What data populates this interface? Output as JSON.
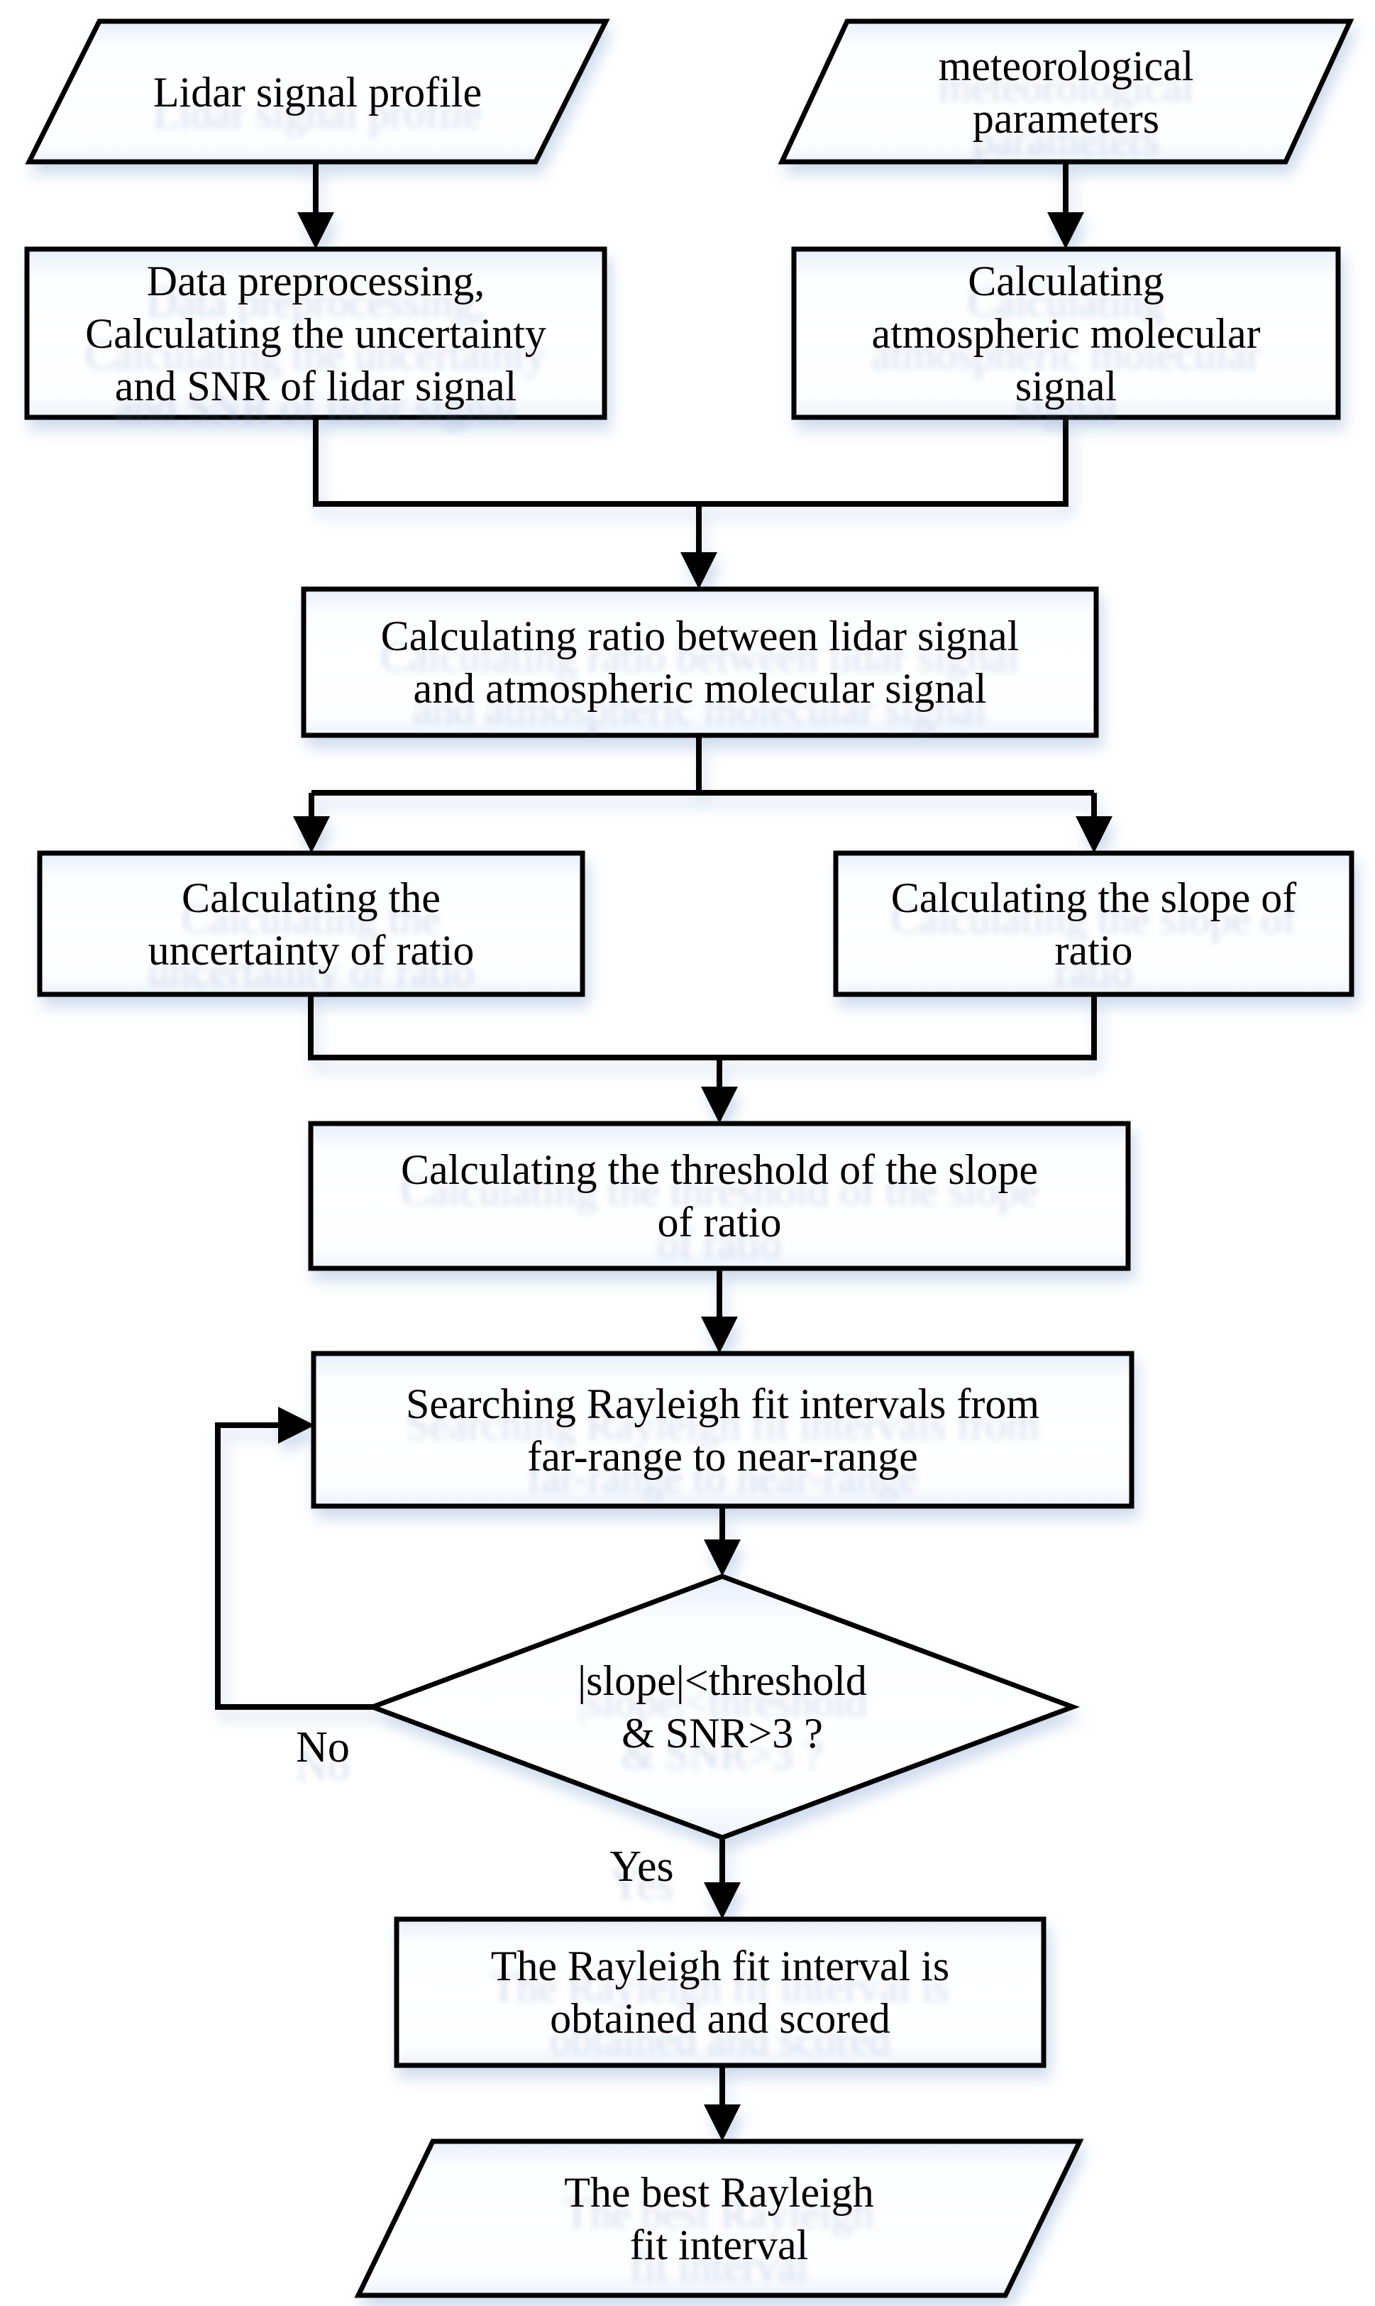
{
  "colors": {
    "ink": "#000000",
    "background": "#ffffff",
    "soft_shadow": "#9fb8dd",
    "box_fill_top": "#e8effa",
    "box_fill": "#ffffff"
  },
  "nodes": {
    "lidar_signal_profile": {
      "shape": "parallelogram-io",
      "lines": [
        "Lidar signal profile"
      ]
    },
    "meteorological_parameters": {
      "shape": "parallelogram-io",
      "lines": [
        "meteorological",
        "parameters"
      ]
    },
    "data_preprocessing": {
      "shape": "process",
      "lines": [
        "Data preprocessing,",
        "Calculating the uncertainty",
        "and SNR of lidar signal"
      ]
    },
    "calc_molecular_signal": {
      "shape": "process",
      "lines": [
        "Calculating",
        "atmospheric molecular",
        "signal"
      ]
    },
    "calc_ratio": {
      "shape": "process",
      "lines": [
        "Calculating ratio between lidar signal",
        "and atmospheric molecular signal"
      ]
    },
    "calc_ratio_uncertainty": {
      "shape": "process",
      "lines": [
        "Calculating the",
        "uncertainty of ratio"
      ]
    },
    "calc_ratio_slope": {
      "shape": "process",
      "lines": [
        "Calculating the slope of",
        "ratio"
      ]
    },
    "calc_slope_threshold": {
      "shape": "process",
      "lines": [
        "Calculating the threshold of the slope",
        "of ratio"
      ]
    },
    "search_intervals": {
      "shape": "process",
      "lines": [
        "Searching Rayleigh fit intervals from",
        "far-range to near-range"
      ]
    },
    "decision": {
      "shape": "decision-diamond",
      "lines": [
        "|slope|<threshold",
        "& SNR>3 ?"
      ]
    },
    "interval_obtained": {
      "shape": "process",
      "lines": [
        "The Rayleigh fit interval is",
        "obtained and scored"
      ]
    },
    "best_interval": {
      "shape": "parallelogram-io",
      "lines": [
        "The best Rayleigh",
        "fit interval"
      ]
    }
  },
  "edge_labels": {
    "no": "No",
    "yes": "Yes"
  }
}
